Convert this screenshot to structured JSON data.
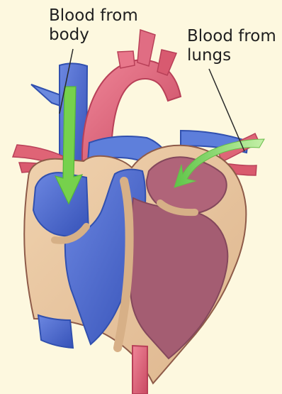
{
  "labels": {
    "blood_from_body_line1": "Blood from",
    "blood_from_body_line2": "body",
    "blood_from_lungs_line1": "Blood from",
    "blood_from_lungs_line2": "lungs"
  },
  "colors": {
    "background": "#fdf8df",
    "deoxygenated_blood": "#4d6fd1",
    "oxygenated_blood": "#d95b6d",
    "heart_wall": "#e7c59e",
    "left_chambers": "#a85d73",
    "flow_arrow": "#7dd04d"
  }
}
